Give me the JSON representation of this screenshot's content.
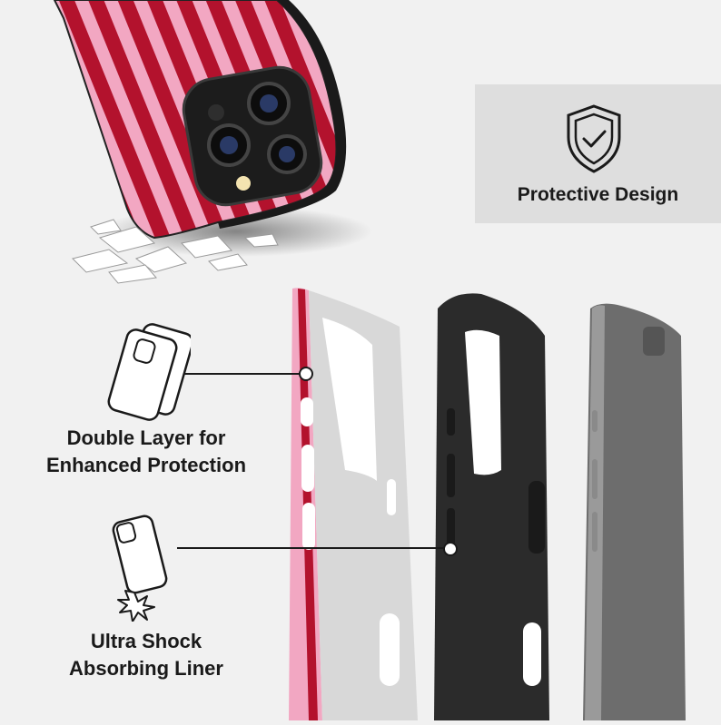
{
  "badge": {
    "label": "Protective Design",
    "icon": "shield-check-icon"
  },
  "features": [
    {
      "line1": "Double Layer for",
      "line2": "Enhanced Protection",
      "icon": "double-layer-case-icon"
    },
    {
      "line1": "Ultra Shock",
      "line2": "Absorbing Liner",
      "icon": "shock-impact-icon"
    }
  ],
  "colors": {
    "stripe_red": "#b3122d",
    "stripe_pink": "#f2a7c2",
    "liner_dark": "#2b2b2b",
    "shell_gray": "#6d6d6d"
  }
}
